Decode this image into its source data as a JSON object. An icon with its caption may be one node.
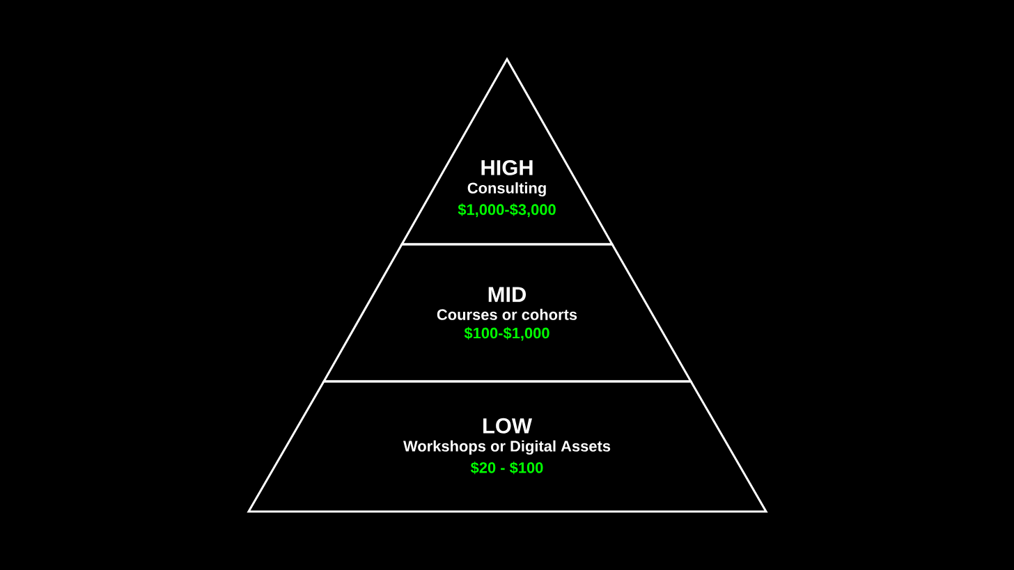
{
  "diagram": {
    "nodes": [
      {
        "text": [
          "HIGH",
          "Consulting",
          "$1,000-$3,000"
        ]
      },
      {
        "text": [
          "MID",
          "Courses or cohorts",
          "$100-$1,000"
        ]
      },
      {
        "text": [
          "LOW",
          "Workshops or Digital Assets",
          "$20 - $100"
        ]
      }
    ]
  }
}
